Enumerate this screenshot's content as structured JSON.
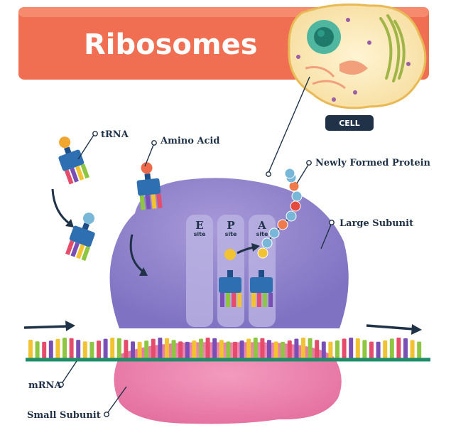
{
  "title": "Ribosomes",
  "cell_badge": "CELL",
  "labels": {
    "trna": "tRNA",
    "amino_acid": "Amino Acid",
    "newly_formed_protein": "Newly Formed Protein",
    "large_subunit": "Large Subunit",
    "mrna": "mRNA",
    "small_subunit": "Small Subunit"
  },
  "sites": [
    {
      "letter": "E",
      "sub": "site"
    },
    {
      "letter": "P",
      "sub": "site"
    },
    {
      "letter": "A",
      "sub": "site"
    }
  ],
  "colors": {
    "banner": "#f06e52",
    "large_subunit": "#8d7fc9",
    "small_subunit": "#ec7ea9",
    "trna_body": "#2d6fb0",
    "navy": "#1f3247",
    "mrna_strand": "#1f8c6a"
  },
  "mrna_codon_colors": [
    "#f2c230",
    "#8ec641",
    "#e54b6a",
    "#7a4fb5"
  ],
  "protein_bead_colors": [
    "#f1c232",
    "#79b7d8",
    "#79b7d8",
    "#ef7b4d",
    "#79b7d8",
    "#e54b3f",
    "#79b7d8",
    "#ef7b4d",
    "#79b7d8",
    "#79b7d8"
  ]
}
